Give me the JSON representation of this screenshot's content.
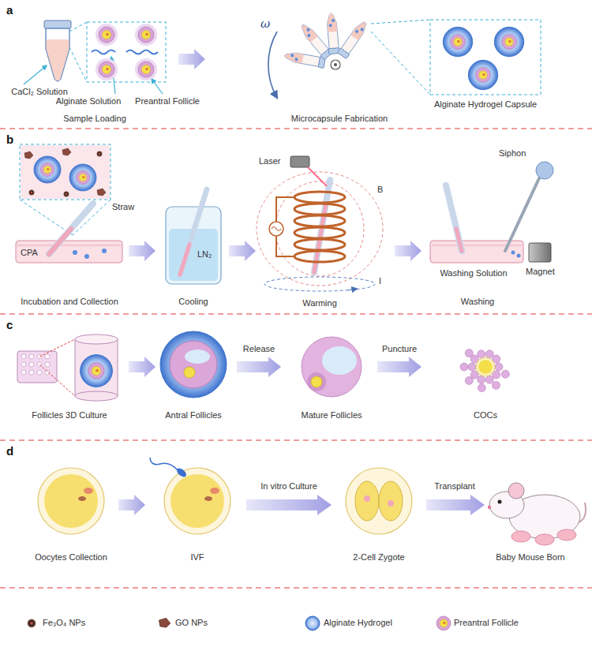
{
  "diagram": {
    "labels": [
      "a",
      "CaCl₂ Solution",
      "Alginate Solution",
      "Preantral Follicle",
      "ω",
      "Alginate Hydrogel Capsule",
      "Sample Loading",
      "Microcapsule Fabrication",
      "b",
      "Straw",
      "CPA",
      "LN₂",
      "Laser",
      "B",
      "I",
      "Siphon",
      "Washing Solution",
      "Magnet",
      "Incubation and Collection",
      "Cooling",
      "Warming",
      "Washing",
      "c",
      "Follicles 3D Culture",
      "Antral Follicles",
      "Release",
      "Mature Follicles",
      "Puncture",
      "COCs",
      "d",
      "Oocytes Collection",
      "IVF",
      "In vitro Culture",
      "2-Cell Zygote",
      "Transplant",
      "Baby Mouse Born"
    ],
    "legend": [
      {
        "text": "Fe₃O₄ NPs"
      },
      {
        "text": "GO NPs"
      },
      {
        "text": "Alginate Hydrogel"
      },
      {
        "text": "Preantral Follicle"
      }
    ]
  }
}
